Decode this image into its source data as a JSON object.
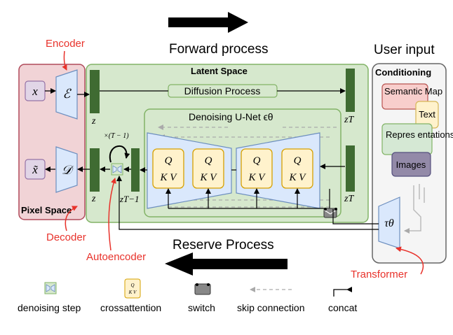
{
  "titles": {
    "forward": "Forward process",
    "reverse": "Reserve Process",
    "user_input": "User input"
  },
  "annotations": {
    "encoder": "Encoder",
    "decoder": "Decoder",
    "autoencoder": "Autoencoder",
    "transformer": "Transformer"
  },
  "latent_space": {
    "title": "Latent Space",
    "diffusion_process": "Diffusion Process",
    "unet_title": "Denoising U-Net ϵθ"
  },
  "pixel_space": {
    "title": "Pixel Space",
    "x": "x",
    "x_tilde": "x̃",
    "encoder_symbol": "ℰ",
    "decoder_symbol": "𝒟"
  },
  "latent_labels": {
    "z_left": "z",
    "z_bottom": "z",
    "z_T_top": "zT",
    "z_T_bottom": "zT",
    "z_T_minus_1": "zT−1",
    "repeat": "×(T − 1)"
  },
  "attention": {
    "q": "Q",
    "kv": "K V"
  },
  "conditioning": {
    "title": "Conditioning",
    "semantic_map": "Semantic Map",
    "text": "Text",
    "representations": "Repres entations",
    "images": "Images",
    "tau": "τθ"
  },
  "legend": {
    "denoising_step": "denoising step",
    "crossattention": "crossattention",
    "switch": "switch",
    "skip_connection": "skip connection",
    "concat": "concat"
  },
  "colors": {
    "pixel_space_fill": "#f1d3d6",
    "pixel_space_border": "#b04a5a",
    "latent_fill": "#d6e8cd",
    "latent_border": "#82b366",
    "bar_green": "#3f6b32",
    "encoder_fill": "#dae8fc",
    "encoder_border": "#6c8ebf",
    "attn_fill": "#fff2cc",
    "attn_border": "#d6a000",
    "conditioning_fill": "#f5f5f5",
    "annotation_red": "#e8322b"
  }
}
